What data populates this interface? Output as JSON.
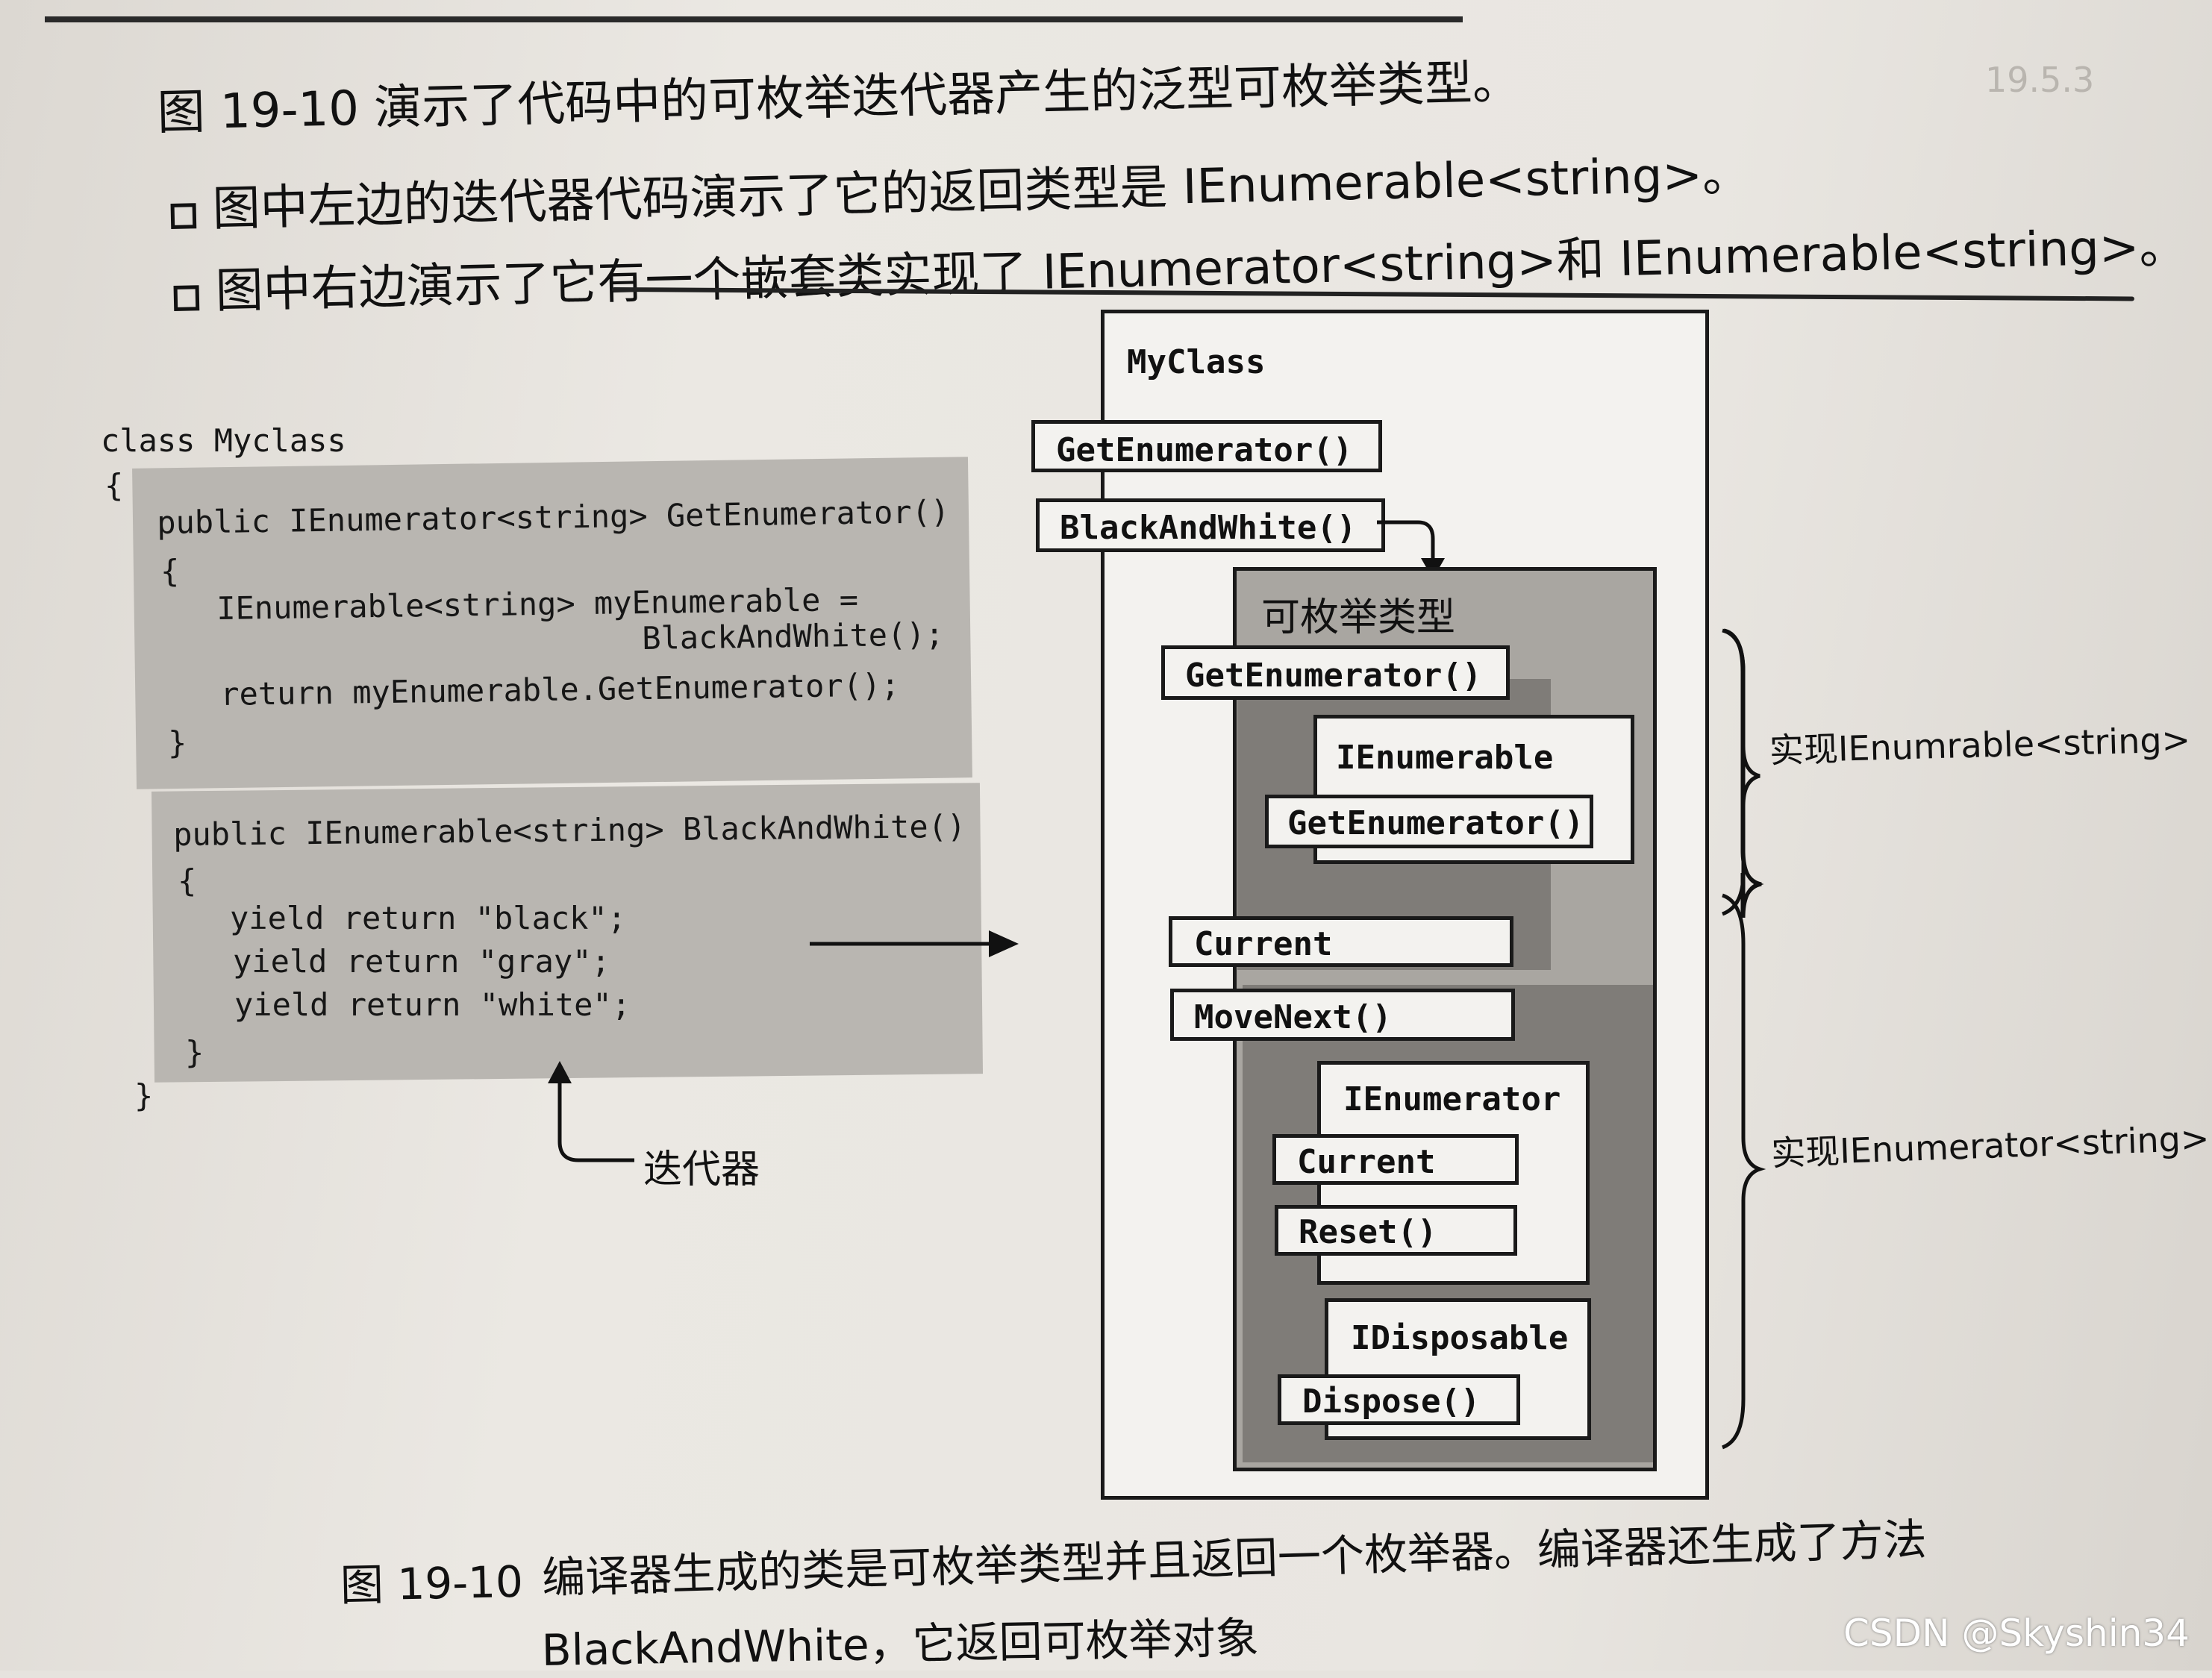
{
  "intro": {
    "line1": "图 19-10 演示了代码中的可枚举迭代器产生的泛型可枚举类型。",
    "line2": "图中左边的迭代器代码演示了它的返回类型是 IEnumerable<string>。",
    "line3": "图中右边演示了它有一个嵌套类实现了 IEnumerator<string>和 IEnumerable<string>。"
  },
  "code": {
    "l1": "class Myclass",
    "l2": "{",
    "l3": "public IEnumerator<string> GetEnumerator()",
    "l4": "{",
    "l5": "IEnumerable<string> myEnumerable =",
    "l6": "BlackAndWhite();",
    "l7": "return myEnumerable.GetEnumerator();",
    "l8": "}",
    "l9": "public IEnumerable<string> BlackAndWhite()",
    "l10": "{",
    "l11": "yield return \"black\";",
    "l12": "yield return \"gray\";",
    "l13": "yield return \"white\";",
    "l14": "}",
    "l15": "}"
  },
  "iterator_label": "迭代器",
  "diagram": {
    "myclass": "MyClass",
    "get_enumerator": "GetEnumerator()",
    "black_and_white": "BlackAndWhite()",
    "enumerable_type": "可枚举类型",
    "inner_get_enumerator": "GetEnumerator()",
    "ienumerable": "IEnumerable",
    "ienumerable_get_enumerator": "GetEnumerator()",
    "current": "Current",
    "movenext": "MoveNext()",
    "ienumerator": "IEnumerator",
    "ienumerator_current": "Current",
    "reset": "Reset()",
    "idisposable": "IDisposable",
    "dispose": "Dispose()",
    "brace1_label": "实现IEnumrable<string>",
    "brace2_label": "实现IEnumerator<string>"
  },
  "caption": {
    "figno": "图 19-10",
    "line1": "编译器生成的类是可枚举类型并且返回一个枚举器。编译器还生成了方法",
    "line2": "BlackAndWhite，它返回可枚举对象"
  },
  "watermark": "CSDN @Skyshin34",
  "colors": {
    "page": "#e6e3de",
    "panel": "#b9b6b1",
    "box_gray": "#a9a6a1",
    "box_dark": "#7f7c78",
    "ink": "#141414"
  }
}
